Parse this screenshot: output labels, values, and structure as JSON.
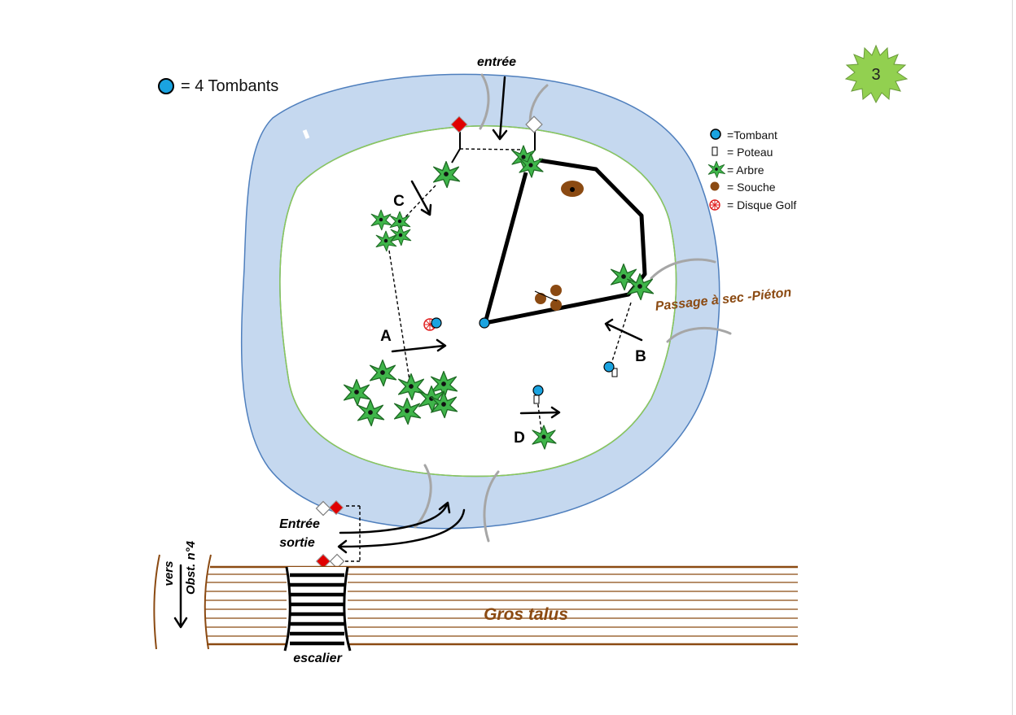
{
  "page_number": "3",
  "summary": {
    "count_text": "=  4 Tombants"
  },
  "legend": [
    {
      "symbol": "tombant",
      "label": "=Tombant"
    },
    {
      "symbol": "poteau",
      "label": "= Poteau"
    },
    {
      "symbol": "arbre",
      "label": "= Arbre"
    },
    {
      "symbol": "souche",
      "label": "= Souche"
    },
    {
      "symbol": "disque-golf",
      "label": "= Disque Golf"
    }
  ],
  "labels": {
    "entree_top": "entrée",
    "passage": "Passage à sec -Piéton",
    "entree_sortie_1": "Entrée",
    "entree_sortie_2": "sortie",
    "vers": "vers",
    "obst": "Obst. n°4",
    "gros_talus": "Gros talus",
    "escalier": "escalier"
  },
  "markers": [
    "A",
    "B",
    "C",
    "D"
  ],
  "colors": {
    "water": "#c5d8ef",
    "water_edge": "#4f7fbd",
    "island_edge": "#8cc95a",
    "tombant": "#1aa3e0",
    "tree": "#3fb54a",
    "stump": "#8b4a12",
    "flag_red": "#e00000",
    "talus": "#8b4a12",
    "badge": "#92d050"
  }
}
